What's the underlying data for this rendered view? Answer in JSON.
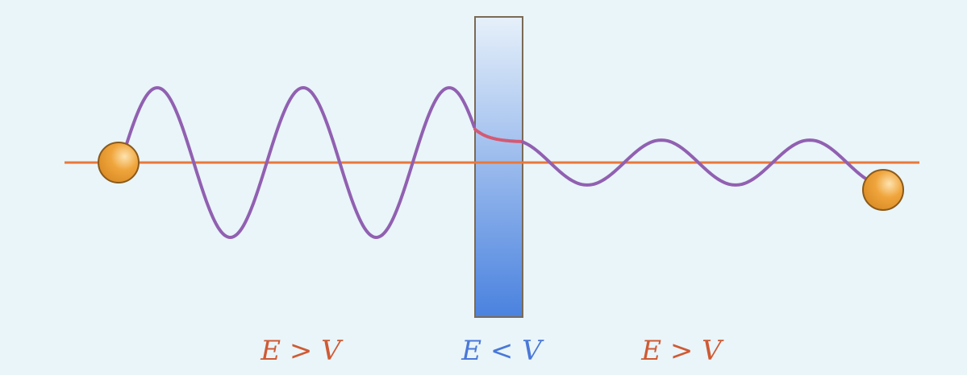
{
  "colors": {
    "background": "#e9f5f9",
    "axis": "#e9783a",
    "wave": "#9160b1",
    "wave_in_barrier": "#d45a74",
    "barrier_top": "#e6f0fa",
    "barrier_bottom": "#4a82df",
    "barrier_border": "#7a6a55",
    "particle": "#f0a53c",
    "particle_border": "#8a5a1c",
    "label_classical": "#cf5a34",
    "label_forbidden": "#4a78d8"
  },
  "regions": [
    {
      "id": "left",
      "label": "E > V",
      "kind": "classical"
    },
    {
      "id": "barrier",
      "label": "E < V",
      "kind": "forbidden"
    },
    {
      "id": "right",
      "label": "E > V",
      "kind": "classical"
    }
  ],
  "wave": {
    "incident_amplitude": 1.0,
    "transmitted_amplitude": 0.3,
    "incident_cycles": 2.5,
    "transmitted_cycles": 2
  }
}
